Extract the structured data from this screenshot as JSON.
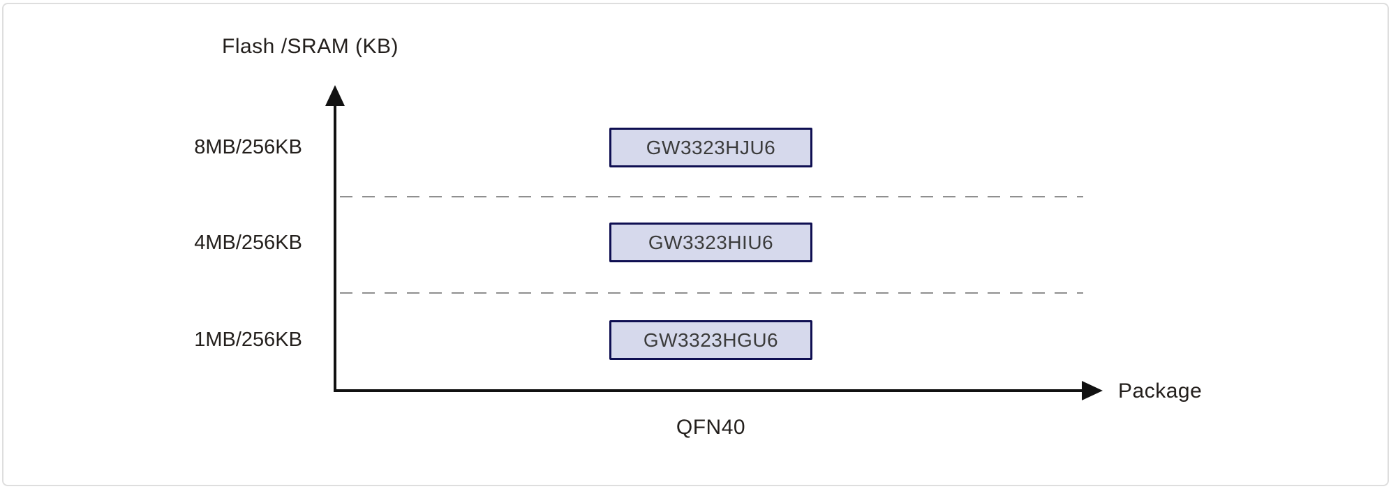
{
  "diagram": {
    "type": "product-selection-matrix",
    "y_axis_title": "Flash /SRAM (KB)",
    "x_axis_title": "Package",
    "x_categories": [
      "QFN40"
    ],
    "y_categories": [
      "8MB/256KB",
      "4MB/256KB",
      "1MB/256KB"
    ],
    "rows": [
      {
        "memory": "8MB/256KB",
        "part_number": "GW3323HJU6"
      },
      {
        "memory": "4MB/256KB",
        "part_number": "GW3323HIU6"
      },
      {
        "memory": "1MB/256KB",
        "part_number": "GW3323HGU6"
      }
    ]
  },
  "colors": {
    "background": "#ffffff",
    "card_border": "#dedede",
    "text": "#231f1c",
    "axis": "#111111",
    "dash": "#8f8f8f",
    "box_fill": "#d6d9ec",
    "box_border": "#0f0f52",
    "part_text": "#3b3b3b"
  }
}
